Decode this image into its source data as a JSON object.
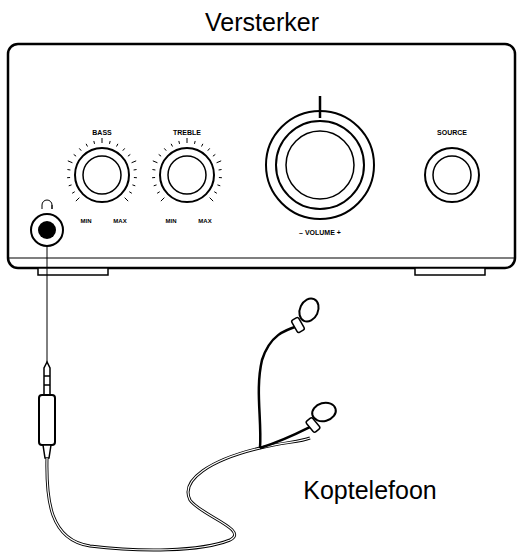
{
  "diagram": {
    "labels": [
      "Versterker",
      "BASS",
      "MIN",
      "MAX",
      "TREBLE",
      "MIN",
      "MAX",
      "– VOLUME +",
      "SOURCE",
      "Koptelefoon"
    ]
  }
}
